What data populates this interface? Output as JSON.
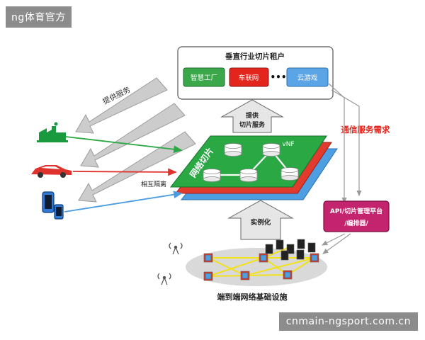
{
  "watermarks": {
    "top_left": "ng体育官方",
    "bottom_right": "cnmain-ngsport.com.cn"
  },
  "tenant_box": {
    "title": "垂直行业切片租户",
    "apps": [
      "智慧工厂",
      "车联网",
      "云游戏"
    ],
    "ellipsis": "•••"
  },
  "labels": {
    "provide_service": "提供服务",
    "provide_slice_service_line1": "提供",
    "provide_slice_service_line2": "切片服务",
    "network_slice": "网络切片",
    "vnf": "vNF",
    "mutual_isolation": "相互隔离",
    "instantiation": "实例化",
    "comm_service_demand": "通信服务需求",
    "api_line1": "API/切片管理平台",
    "api_line2": "/编排器/",
    "infrastructure": "端到端网络基础设施"
  },
  "icons": [
    "factory-icon",
    "car-icon",
    "phone-icon",
    "antenna-icon",
    "server-icon",
    "network-node-icon"
  ],
  "colors": {
    "green": "#2aa844",
    "red": "#e0322c",
    "blue": "#4b9be0",
    "magenta": "#c2246d",
    "gray_arrow": "#c8c8c8",
    "red_text": "#e2231a"
  }
}
